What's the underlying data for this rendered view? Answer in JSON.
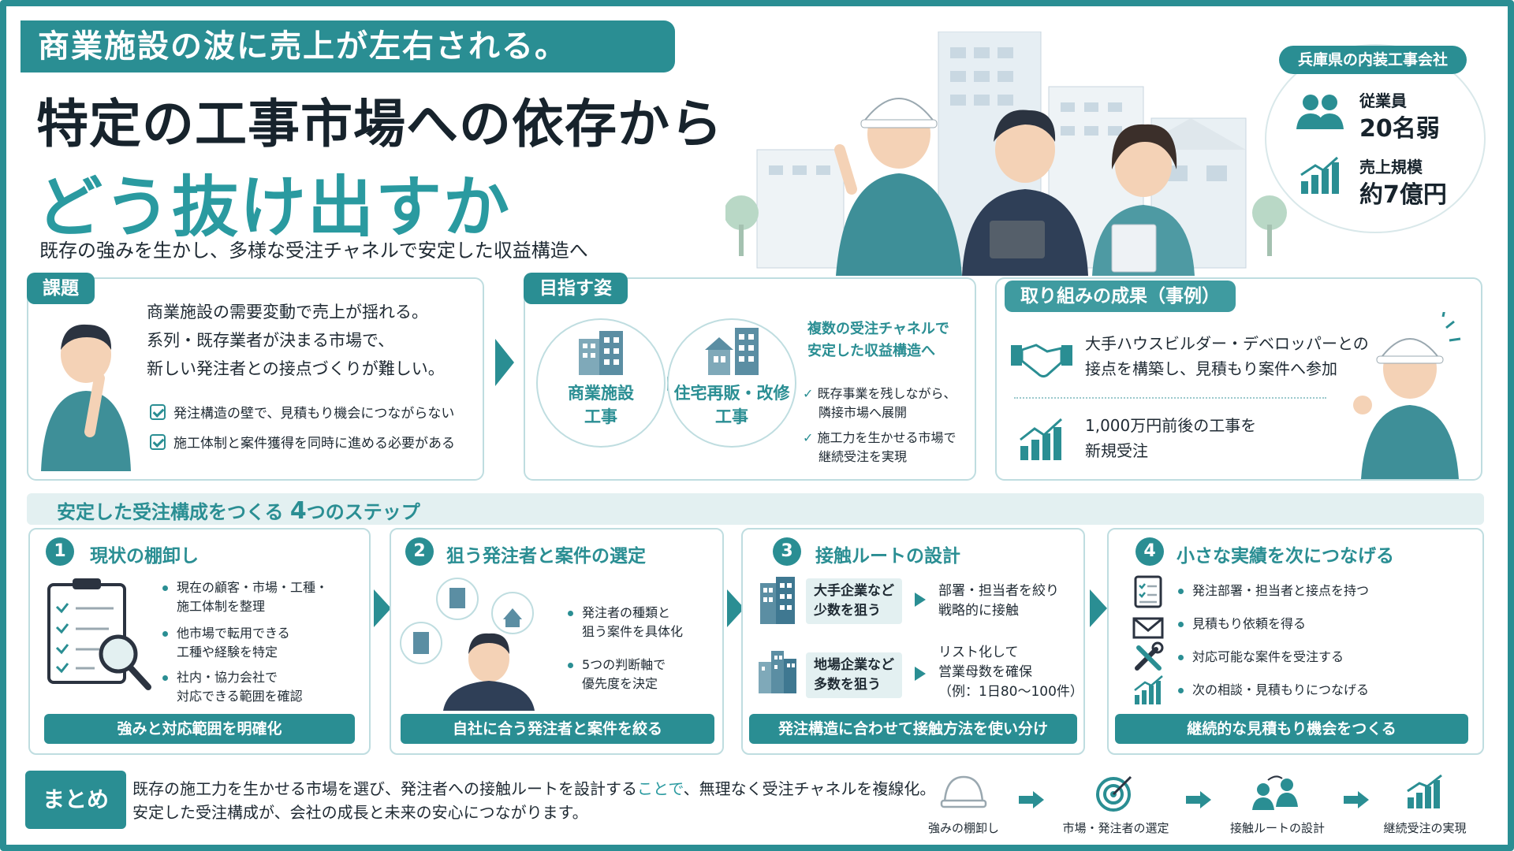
{
  "header": {
    "banner": "商業施設の波に売上が左右される。",
    "title_line1": "特定の工事市場への依存から",
    "title_line2": "どう抜け出すか",
    "subtitle": "既存の強みを生かし、多様な受注チャネルで安定した収益構造へ"
  },
  "company": {
    "tag": "兵庫県の内装工事会社",
    "employees_label": "従業員",
    "employees_value": "20名弱",
    "sales_label": "売上規模",
    "sales_value": "約7億円"
  },
  "issue": {
    "tag": "課題",
    "line1": "商業施設の需要変動で売上が揺れる。",
    "line2": "系列・既存業者が決まる市場で、",
    "line3": "新しい発注者との接点づくりが難しい。",
    "check1": "発注構造の壁で、見積もり機会につながらない",
    "check2": "施工体制と案件獲得を同時に進める必要がある"
  },
  "goal": {
    "tag": "目指す姿",
    "circle1_l1": "商業施設",
    "circle1_l2": "工事",
    "circle2_l1": "住宅再販・改修",
    "circle2_l2": "工事",
    "head_l1": "複数の受注チャネルで",
    "head_l2": "安定した収益構造へ",
    "item1_l1": "既存事業を残しながら、",
    "item1_l2": "隣接市場へ展開",
    "item2_l1": "施工力を生かせる市場で",
    "item2_l2": "継続受注を実現"
  },
  "results": {
    "tag": "取り組みの成果（事例）",
    "r1_l1": "大手ハウスビルダー・デベロッパーとの",
    "r1_l2": "接点を構築し、見積もり案件へ参加",
    "r2_l1": "1,000万円前後の工事を",
    "r2_l2": "新規受注"
  },
  "steps": {
    "title_pre": "安定した受注構成をつくる",
    "title_num": "4",
    "title_post": "つのステップ",
    "s1": {
      "num": "1",
      "title": "現状の棚卸し",
      "b1_l1": "現在の顧客・市場・工種・",
      "b1_l2": "施工体制を整理",
      "b2_l1": "他市場で転用できる",
      "b2_l2": "工種や経験を特定",
      "b3_l1": "社内・協力会社で",
      "b3_l2": "対応できる範囲を確認",
      "bar": "強みと対応範囲を明確化"
    },
    "s2": {
      "num": "2",
      "title": "狙う発注者と案件の選定",
      "b1_l1": "発注者の種類と",
      "b1_l2": "狙う案件を具体化",
      "b2_l1": "5つの判断軸で",
      "b2_l2": "優先度を決定",
      "bar": "自社に合う発注者と案件を絞る"
    },
    "s3": {
      "num": "3",
      "title": "接触ルートの設計",
      "box1_l1": "大手企業など",
      "box1_l2": "少数を狙う",
      "res1_l1": "部署・担当者を絞り",
      "res1_l2": "戦略的に接触",
      "box2_l1": "地場企業など",
      "box2_l2": "多数を狙う",
      "res2_l1": "リスト化して",
      "res2_l2": "営業母数を確保",
      "res2_l3": "（例：1日80〜100件）",
      "bar": "発注構造に合わせて接触方法を使い分け"
    },
    "s4": {
      "num": "4",
      "title": "小さな実績を次につなげる",
      "b1": "発注部署・担当者と接点を持つ",
      "b2": "見積もり依頼を得る",
      "b3": "対応可能な案件を受注する",
      "b4": "次の相談・見積もりにつなげる",
      "bar": "継続的な見積もり機会をつくる"
    }
  },
  "summary": {
    "label": "まとめ",
    "line1_a": "既存の施工力を生かせる市場を選び、発注者への接触ルートを設計する",
    "line1_hl": "ことで",
    "line1_b": "、無理なく受注チャネルを複線化。",
    "line2": "安定した受注構成が、会社の成長と未来の安心につながります。",
    "flow1": "強みの棚卸し",
    "flow2": "市場・発注者の選定",
    "flow3": "接触ルートの設計",
    "flow4": "継続受注の実現"
  },
  "colors": {
    "accent": "#2a8e93",
    "accent_light": "#2a9aa0",
    "pale": "#e3f0f1",
    "border": "#bfdde0"
  }
}
